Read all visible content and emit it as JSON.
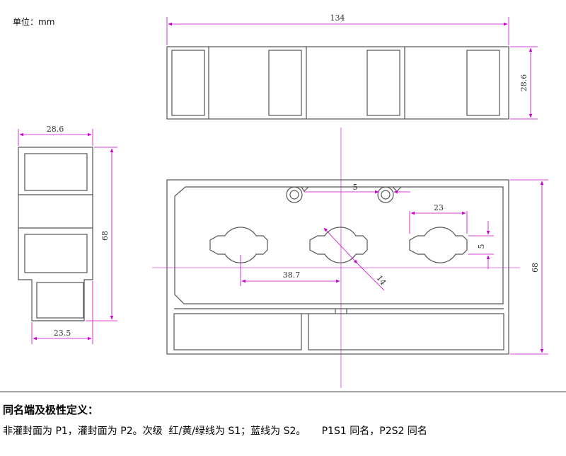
{
  "unit_label": "单位：mm",
  "dimensions": {
    "top_length": "134",
    "top_height": "28.6",
    "side_width_top": "28.6",
    "side_height": "68",
    "side_width_bottom": "23.5",
    "hole_slot_width": "23",
    "hole_slot_height": "5",
    "hole_spacing": "38.7",
    "hole_diameter": "14",
    "notch_spacing": "5",
    "front_height": "68"
  },
  "notes": {
    "title": "同名端及极性定义：",
    "text": "非灌封面为 P1，灌封面为 P2。次级  红/黄/绿线为 S1；蓝线为 S2。     P1S1 同名，P2S2 同名"
  },
  "colors": {
    "outline": "#555555",
    "dimension": "#cc00cc",
    "dimension_text": "#333333"
  }
}
